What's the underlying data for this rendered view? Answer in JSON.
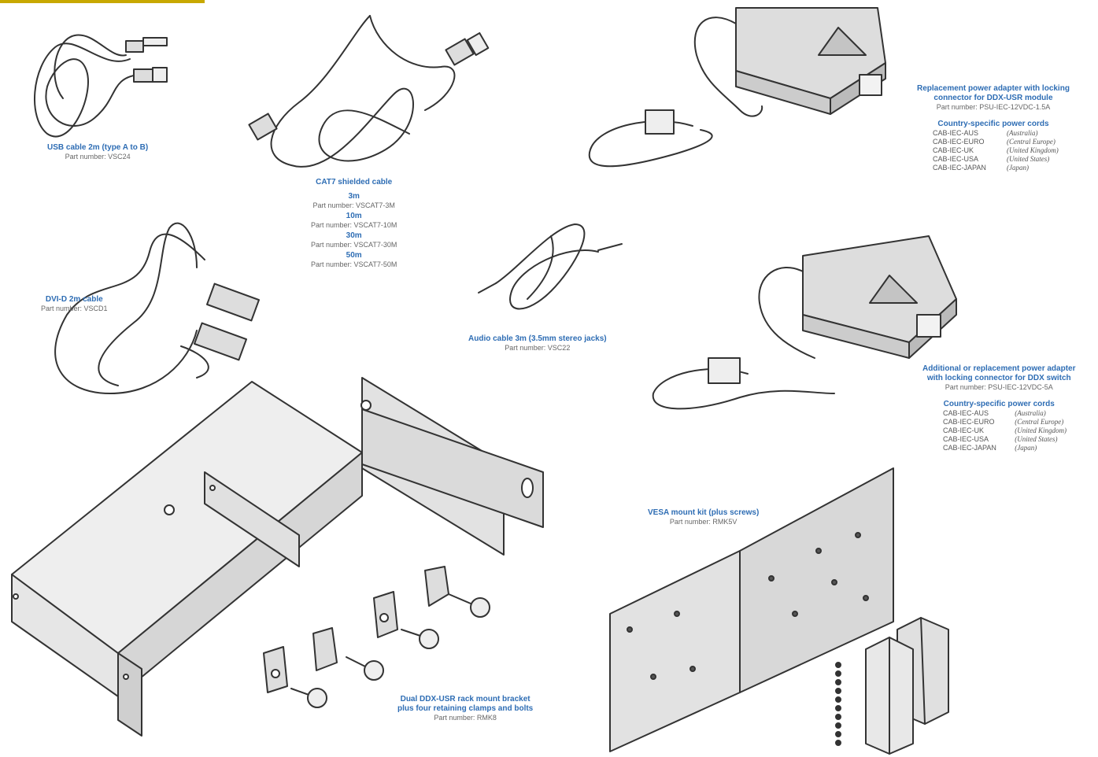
{
  "colors": {
    "accent": "#2e6db4",
    "line": "#333333",
    "fill": "#dcdcdc",
    "header": "#c8a800"
  },
  "products": {
    "usb": {
      "title": "USB cable 2m (type A to B)",
      "part": "Part number: VSC24"
    },
    "cat7": {
      "title": "CAT7 shielded cable",
      "variants": [
        {
          "length": "3m",
          "part": "Part number: VSCAT7-3M"
        },
        {
          "length": "10m",
          "part": "Part number: VSCAT7-10M"
        },
        {
          "length": "30m",
          "part": "Part number: VSCAT7-30M"
        },
        {
          "length": "50m",
          "part": "Part number: VSCAT7-50M"
        }
      ]
    },
    "dvi": {
      "title": "DVI-D 2m cable",
      "part": "Part number: VSCD1"
    },
    "audio": {
      "title": "Audio cable 3m (3.5mm stereo jacks)",
      "part": "Part number: VSC22"
    },
    "psu_small": {
      "title_line1": "Replacement power adapter with locking",
      "title_line2": "connector for DDX-USR module",
      "part": "Part number: PSU-IEC-12VDC-1.5A"
    },
    "psu_large": {
      "title_line1": "Additional or replacement power adapter",
      "title_line2": "with locking connector for DDX switch",
      "part": "Part number: PSU-IEC-12VDC-5A"
    },
    "vesa": {
      "title": "VESA mount kit (plus screws)",
      "part": "Part number: RMK5V"
    },
    "rack": {
      "title_line1": "Dual DDX-USR rack mount bracket",
      "title_line2": "plus four retaining clamps and bolts",
      "part": "Part number: RMK8"
    }
  },
  "power_cords": {
    "heading": "Country-specific power cords",
    "items": [
      {
        "code": "CAB-IEC-AUS",
        "region": "(Australia)"
      },
      {
        "code": "CAB-IEC-EURO",
        "region": "(Central Europe)"
      },
      {
        "code": "CAB-IEC-UK",
        "region": "(United Kingdom)"
      },
      {
        "code": "CAB-IEC-USA",
        "region": "(United States)"
      },
      {
        "code": "CAB-IEC-JAPAN",
        "region": "(Japan)"
      }
    ]
  }
}
